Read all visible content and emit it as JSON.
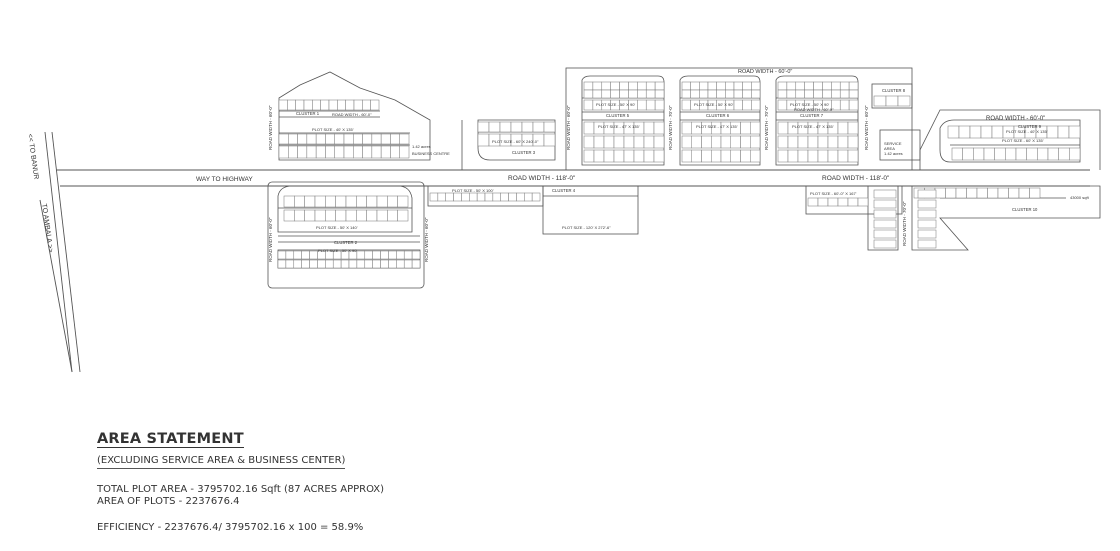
{
  "labels": {
    "to_banur": "<< TO BANUR",
    "to_ambala": "TO AMBALA >>",
    "way_to_highway": "WAY TO HIGHWAY",
    "road_60_top": "ROAD WIDTH - 60'-0\"",
    "road_60_right": "ROAD WIDTH - 60'-0\"",
    "road_118_left": "ROAD WIDTH - 118'-0\"",
    "road_118_right": "ROAD WIDTH - 118'-0\"",
    "road_60_v1": "ROAD WIDTH - 60'-0\"",
    "road_60_v2": "ROAD WIDTH - 60'-0\"",
    "road_60_v3": "ROAD WIDTH - 60'-0\"",
    "road_60_v4": "ROAD WIDTH - 60'-0\"",
    "road_60_v5": "ROAD WIDTH - 60'-0\"",
    "road_70_v1": "ROAD WIDTH - 70'-0\"",
    "road_70_v2": "ROAD WIDTH - 70'-0\"",
    "road_70_v3": "ROAD WIDTH - 70'-0\"",
    "road_60_c1": "ROAD WIDTH - 60'-0\"",
    "road_60_c7": "ROAD WIDTH - 60'-0\"",
    "cluster_1": "CLUSTER 1",
    "cluster_2": "CLUSTER 2",
    "cluster_3": "CLUSTER 3",
    "cluster_4": "CLUSTER 4",
    "cluster_5": "CLUSTER 5",
    "cluster_6": "CLUSTER 6",
    "cluster_7": "CLUSTER 7",
    "cluster_8": "CLUSTER 8",
    "cluster_9": "CLUSTER 9",
    "cluster_10": "CLUSTER 10",
    "plot_size_c1": "PLOT SIZE - 40' X 135'",
    "plot_size_c2": "PLOT SIZE - 50' X 140'",
    "plot_size_c2b": "PLOT SIZE - 50' X 90'",
    "plot_size_c3": "PLOT SIZE - 60' X 240'-0\"",
    "plot_size_c4": "PLOT SIZE - 50' X 100'",
    "plot_size_c4b": "PLOT SIZE - 120' X 272'-6\"",
    "plot_size_c5a": "PLOT SIZE - 50' X 90'",
    "plot_size_c5b": "PLOT SIZE - 47' X 135'",
    "plot_size_c6a": "PLOT SIZE - 50' X 90'",
    "plot_size_c6b": "PLOT SIZE - 47' X 135'",
    "plot_size_c7a": "PLOT SIZE - 50' X 90'",
    "plot_size_c7b": "PLOT SIZE - 47' X 135'",
    "plot_size_c9a": "PLOT SIZE - 40' X 135'",
    "plot_size_c9b": "PLOT SIZE - 60' X 135'",
    "plot_size_c10a": "PLOT SIZE - 60'-0\" X 167'",
    "business_area": "1.42 acres",
    "business_centre": "BUSINESS CENTRE",
    "service_area": "SERVICE",
    "service_area2": "AREA",
    "service_acres": "1.42 acres",
    "c10_area": "43000 sqft"
  },
  "area_statement": {
    "title": "AREA STATEMENT",
    "subtitle": "(EXCLUDING SERVICE AREA & BUSINESS CENTER)",
    "total_plot_area": "TOTAL PLOT AREA   - 3795702.16 Sqft (87 ACRES APPROX)",
    "area_of_plots": "AREA OF PLOTS - 2237676.4",
    "efficiency": "EFFICIENCY  - 2237676.4/ 3795702.16 x 100 = 58.9%"
  },
  "colors": {
    "line": "#555555",
    "plot": "#666666",
    "text": "#333333"
  }
}
